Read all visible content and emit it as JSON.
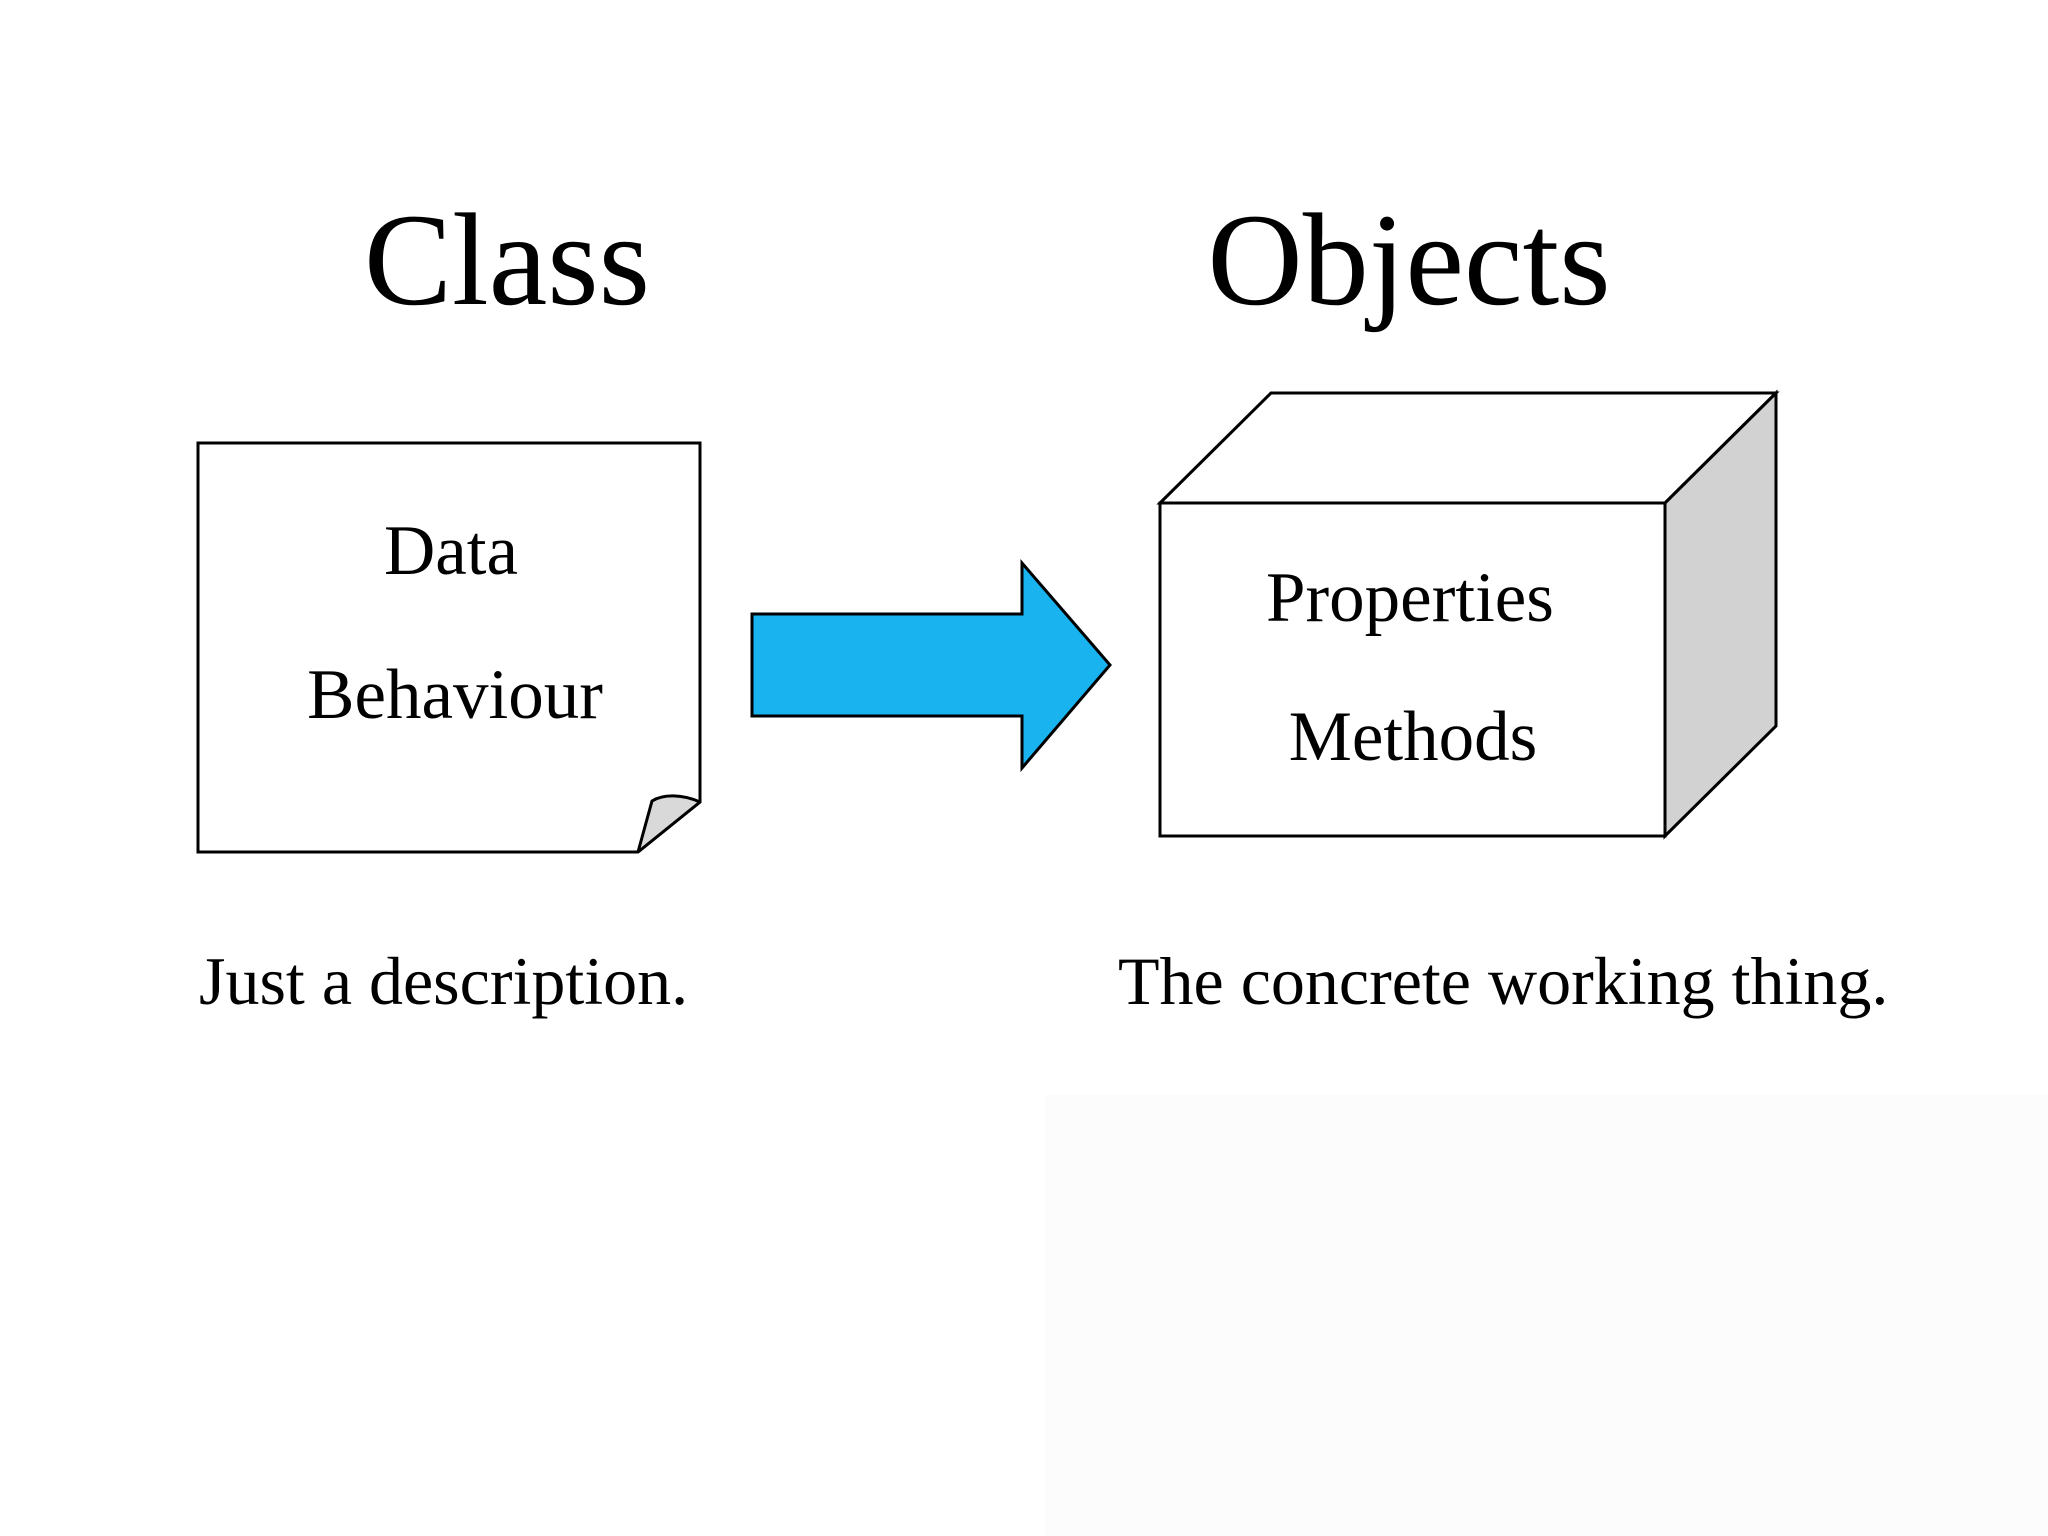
{
  "slide": {
    "background_color": "#ffffff",
    "left_panel": {
      "title": "Class",
      "note_lines": [
        "Data",
        "Behaviour"
      ],
      "caption": "Just a description."
    },
    "right_panel": {
      "title": "Objects",
      "cube_lines": [
        "Properties",
        "Methods"
      ],
      "caption": "The concrete working thing."
    },
    "arrow": {
      "direction": "right",
      "fill": "#19b4f0",
      "outline": "#000000"
    },
    "note": {
      "fill": "#ffffff",
      "fold_fill": "#d9d9d9",
      "outline": "#000000"
    },
    "cube": {
      "front_fill": "#ffffff",
      "top_fill": "#ffffff",
      "side_fill": "#d2d2d2",
      "outline": "#000000"
    }
  }
}
